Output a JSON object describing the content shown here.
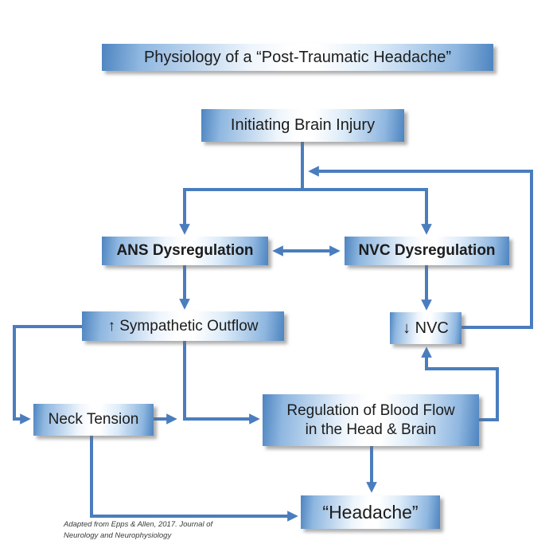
{
  "diagram": {
    "title": "Physiology of a “Post-Traumatic Headache”",
    "nodes": {
      "initiating_brain_injury": {
        "label": "Initiating Brain Injury"
      },
      "ans_dysregulation": {
        "label": "ANS Dysregulation"
      },
      "nvc_dysregulation": {
        "label": "NVC Dysregulation"
      },
      "sympathetic_outflow": {
        "label": "↑ Sympathetic Outflow"
      },
      "decreased_nvc": {
        "label": "↓ NVC"
      },
      "neck_tension": {
        "label": "Neck Tension"
      },
      "blood_flow_regulation": {
        "label_line1": "Regulation of Blood Flow",
        "label_line2": "in the Head & Brain"
      },
      "headache": {
        "label": "“Headache”"
      }
    },
    "edges": [
      {
        "from": "initiating_brain_injury",
        "to": "ans_dysregulation"
      },
      {
        "from": "initiating_brain_injury",
        "to": "nvc_dysregulation"
      },
      {
        "from": "ans_dysregulation",
        "to": "nvc_dysregulation",
        "bidirectional": true
      },
      {
        "from": "ans_dysregulation",
        "to": "sympathetic_outflow"
      },
      {
        "from": "nvc_dysregulation",
        "to": "decreased_nvc"
      },
      {
        "from": "sympathetic_outflow",
        "to": "neck_tension"
      },
      {
        "from": "sympathetic_outflow",
        "to": "blood_flow_regulation"
      },
      {
        "from": "neck_tension",
        "to": "blood_flow_regulation"
      },
      {
        "from": "neck_tension",
        "to": "headache"
      },
      {
        "from": "blood_flow_regulation",
        "to": "decreased_nvc"
      },
      {
        "from": "blood_flow_regulation",
        "to": "headache"
      },
      {
        "from": "decreased_nvc",
        "to": "initiating_brain_injury",
        "note": "feedback loop"
      }
    ],
    "attribution": {
      "line1": "Adapted from Epps & Allen, 2017. Journal of",
      "line2": "Neurology and Neurophysiology"
    },
    "colors": {
      "connector_blue": "#4a7dbd",
      "box_edge_blue": "#4d84c0",
      "box_center_white": "#ffffff",
      "text_dark": "#1c1c1c"
    }
  }
}
